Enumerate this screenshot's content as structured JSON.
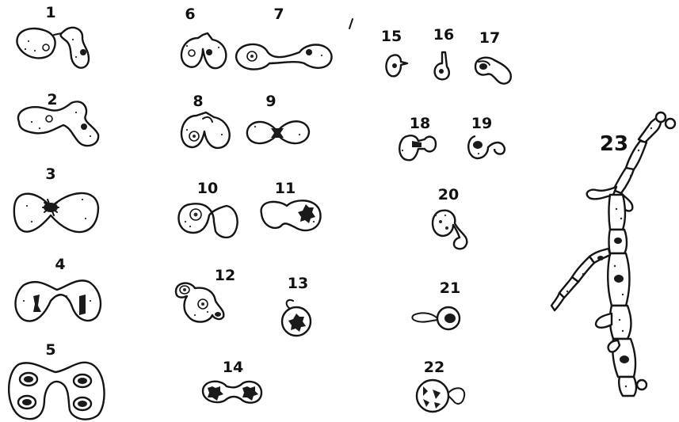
{
  "figure": {
    "labels": [
      "1",
      "2",
      "3",
      "4",
      "5",
      "6",
      "7",
      "8",
      "9",
      "10",
      "11",
      "12",
      "13",
      "14",
      "15",
      "16",
      "17",
      "18",
      "19",
      "20",
      "21",
      "22",
      "23"
    ],
    "ink_color": "#141414",
    "background_color": "#ffffff"
  }
}
